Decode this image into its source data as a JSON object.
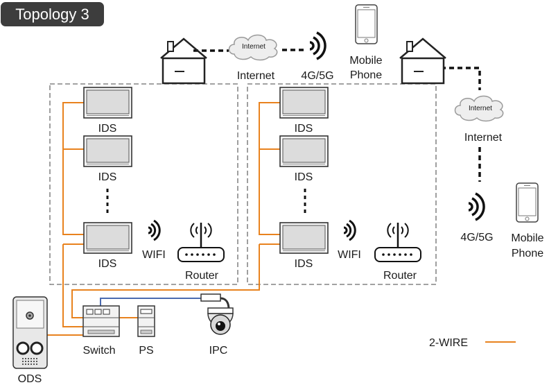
{
  "title": "Topology 3",
  "devices": {
    "ids": "IDS",
    "wifi": "WIFI",
    "router": "Router",
    "switch": "Switch",
    "ps": "PS",
    "ipc": "IPC",
    "ods": "ODS"
  },
  "network": {
    "cloud": "Internet",
    "internet": "Internet",
    "cellular": "4G/5G",
    "mobile_line1": "Mobile",
    "mobile_line2": "Phone"
  },
  "legend": {
    "label": "2-WIRE",
    "color": "#e8821e"
  },
  "colors": {
    "wire": "#e8821e",
    "lan": "#4a6ab0",
    "dashed_box": "#6b6b6b",
    "badge": "#3d3d3d"
  },
  "icons": [
    "house-icon",
    "cloud-icon",
    "signal-icon",
    "mobile-phone-icon",
    "monitor-icon",
    "router-icon",
    "switch-icon",
    "power-supply-icon",
    "camera-icon",
    "door-station-icon"
  ]
}
